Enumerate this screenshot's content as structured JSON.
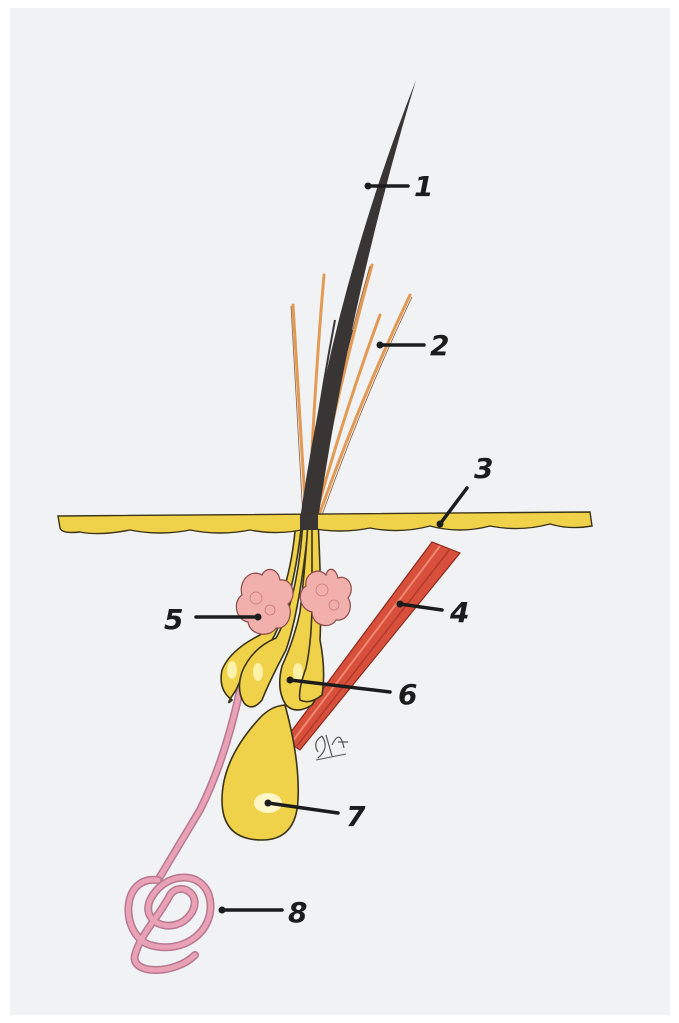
{
  "diagram": {
    "callouts": [
      {
        "id": "hair",
        "number": "1"
      },
      {
        "id": "vellus-hairs",
        "number": "2"
      },
      {
        "id": "skin-surface",
        "number": "3"
      },
      {
        "id": "muscle",
        "number": "4"
      },
      {
        "id": "sebaceous-gland",
        "number": "5"
      },
      {
        "id": "follicle-bulbs",
        "number": "6"
      },
      {
        "id": "apocrine-gland",
        "number": "7"
      },
      {
        "id": "sweat-coil",
        "number": "8"
      }
    ],
    "signature": "CHA"
  },
  "colors": {
    "paper": "#f1f2f4",
    "skin": "#f0d24a",
    "hair": "#3a3535",
    "vellus": "#e29a55",
    "muscle": "#d8503c",
    "sebaceous": "#f2b0ad",
    "duct": "#e9a2b5",
    "outline": "#3a3318"
  }
}
